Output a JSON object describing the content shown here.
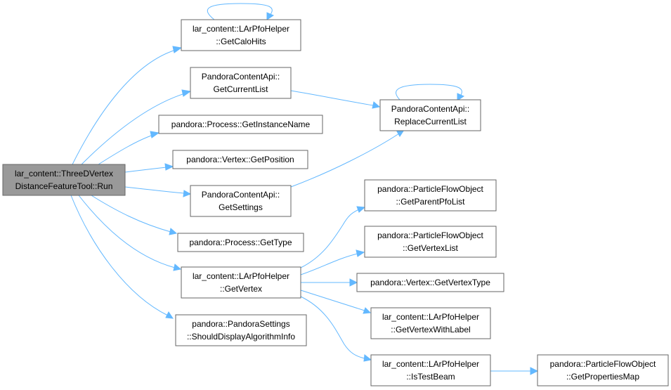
{
  "diagram": {
    "edge_color": "#63b8ff",
    "root_fill": "#999999",
    "node_border": "#666666",
    "nodes": {
      "run": {
        "lines": [
          "lar_content::ThreeDVertex",
          "DistanceFeatureTool::Run"
        ]
      },
      "getcalohits": {
        "lines": [
          "lar_content::LArPfoHelper",
          "::GetCaloHits"
        ]
      },
      "getcurrentlist": {
        "lines": [
          "PandoraContentApi::",
          "GetCurrentList"
        ]
      },
      "getinstancename": {
        "lines": [
          "pandora::Process::GetInstanceName"
        ]
      },
      "getposition": {
        "lines": [
          "pandora::Vertex::GetPosition"
        ]
      },
      "getsettings": {
        "lines": [
          "PandoraContentApi::",
          "GetSettings"
        ]
      },
      "gettype": {
        "lines": [
          "pandora::Process::GetType"
        ]
      },
      "getvertex": {
        "lines": [
          "lar_content::LArPfoHelper",
          "::GetVertex"
        ]
      },
      "shoulddisplay": {
        "lines": [
          "pandora::PandoraSettings",
          "::ShouldDisplayAlgorithmInfo"
        ]
      },
      "replacecurrentlist": {
        "lines": [
          "PandoraContentApi::",
          "ReplaceCurrentList"
        ]
      },
      "getparentpfolist": {
        "lines": [
          "pandora::ParticleFlowObject",
          "::GetParentPfoList"
        ]
      },
      "getvertexlist": {
        "lines": [
          "pandora::ParticleFlowObject",
          "::GetVertexList"
        ]
      },
      "getvertextype": {
        "lines": [
          "pandora::Vertex::GetVertexType"
        ]
      },
      "getvertexwithlabel": {
        "lines": [
          "lar_content::LArPfoHelper",
          "::GetVertexWithLabel"
        ]
      },
      "istestbeam": {
        "lines": [
          "lar_content::LArPfoHelper",
          "::IsTestBeam"
        ]
      },
      "getpropertiesmap": {
        "lines": [
          "pandora::ParticleFlowObject",
          "::GetPropertiesMap"
        ]
      }
    }
  }
}
